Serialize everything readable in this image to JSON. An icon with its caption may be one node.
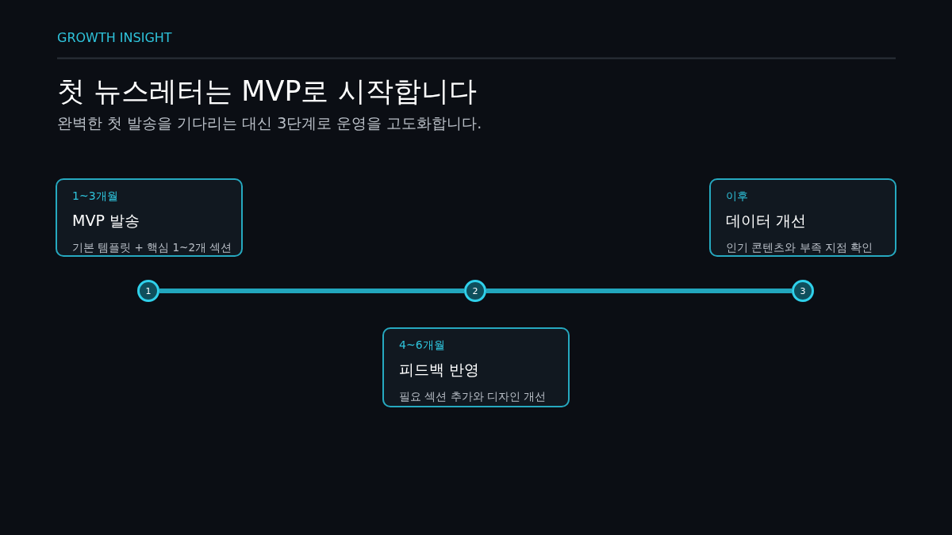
{
  "diagram": {
    "title": "첫 뉴스레터는 MVP로 시작합니다",
    "nodes": [
      {
        "text": [
          "1~3개월",
          "MVP 발송",
          "기본 템플릿 + 핵심 1~2개 섹션"
        ]
      },
      {
        "text": [
          "이후",
          "데이터 개선",
          "인기 콘텐츠와 부족 지점 확인"
        ]
      },
      {
        "text": [
          "1"
        ]
      },
      {
        "text": [
          "2"
        ]
      },
      {
        "text": [
          "3"
        ]
      },
      {
        "text": [
          "4~6개월",
          "피드백 반영",
          "필요 섹션 추가와 디자인 개선"
        ]
      }
    ],
    "edges": [
      {
        "from": 2,
        "to": 3,
        "arrow": "none"
      },
      {
        "from": 3,
        "to": 4,
        "arrow": "none"
      }
    ],
    "labels": [
      "GROWTH INSIGHT",
      "완벽한 첫 발송을 기다리는 대신 3단계로 운영을 고도화합니다."
    ]
  }
}
